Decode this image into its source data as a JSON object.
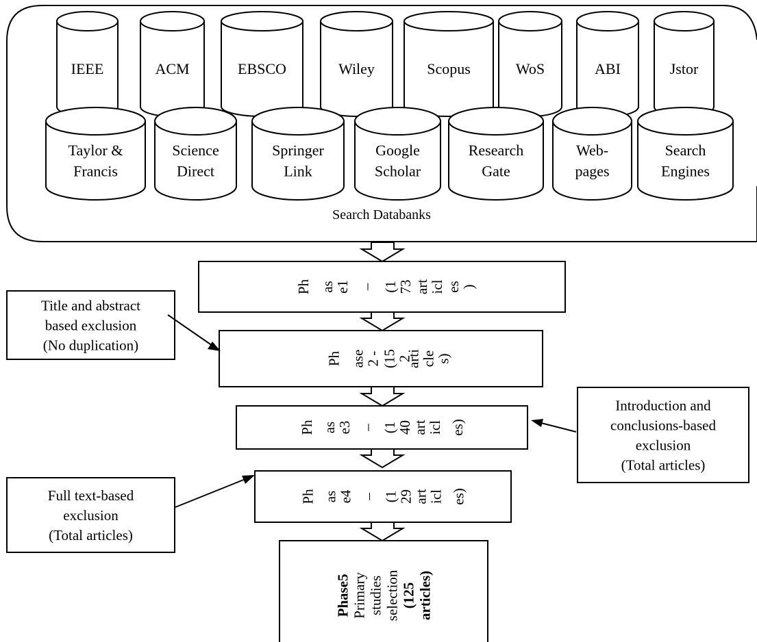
{
  "search_banner": {
    "label": "Search Databanks",
    "row1": [
      "IEEE",
      "ACM",
      "EBSCO",
      "Wiley",
      "Scopus",
      "WoS",
      "ABI",
      "Jstor"
    ],
    "row2": [
      [
        "Taylor &",
        "Francis"
      ],
      [
        "Science",
        "Direct"
      ],
      [
        "Springer",
        "Link"
      ],
      [
        "Google",
        "Scholar"
      ],
      [
        "Research",
        "Gate"
      ],
      [
        "Web-",
        "pages"
      ],
      [
        "Search",
        "Engines"
      ]
    ]
  },
  "phases": {
    "phase1": {
      "columns": [
        [
          "Ph"
        ],
        [
          "as",
          "e1"
        ],
        [
          "–"
        ],
        [
          "(1",
          "73"
        ],
        [
          "art",
          "icl"
        ],
        [
          "es",
          ")"
        ]
      ]
    },
    "phase2": {
      "columns": [
        [
          "Ph"
        ],
        [
          "ase",
          "2 -"
        ],
        [
          "(15",
          "2"
        ],
        [
          "arti",
          "cle",
          "s)"
        ]
      ]
    },
    "phase3": {
      "columns": [
        [
          "Ph"
        ],
        [
          "as",
          "e3"
        ],
        [
          "–"
        ],
        [
          "(1",
          "40"
        ],
        [
          "art",
          "icl"
        ],
        [
          "es)"
        ]
      ]
    },
    "phase4": {
      "columns": [
        [
          "Ph"
        ],
        [
          "as",
          "e4"
        ],
        [
          "–"
        ],
        [
          "(1",
          "29"
        ],
        [
          "art",
          "icl"
        ],
        [
          "es)"
        ]
      ]
    },
    "phase5": {
      "columns": [
        {
          "text": "Phase5",
          "bold": true
        },
        {
          "text": "Primary",
          "bold": false
        },
        {
          "text": "studies",
          "bold": false
        },
        {
          "text": "selection",
          "bold": false
        },
        {
          "text": "(125",
          "bold": true
        },
        {
          "text": "articles)",
          "bold": true
        }
      ]
    }
  },
  "notes": {
    "title_abstract": [
      "Title and abstract",
      "based exclusion",
      "(No duplication)"
    ],
    "intro_conclusions": [
      "Introduction and",
      "conclusions-based",
      "exclusion",
      "(Total articles)"
    ],
    "full_text": [
      "Full text-based",
      "exclusion",
      "(Total articles)"
    ]
  }
}
